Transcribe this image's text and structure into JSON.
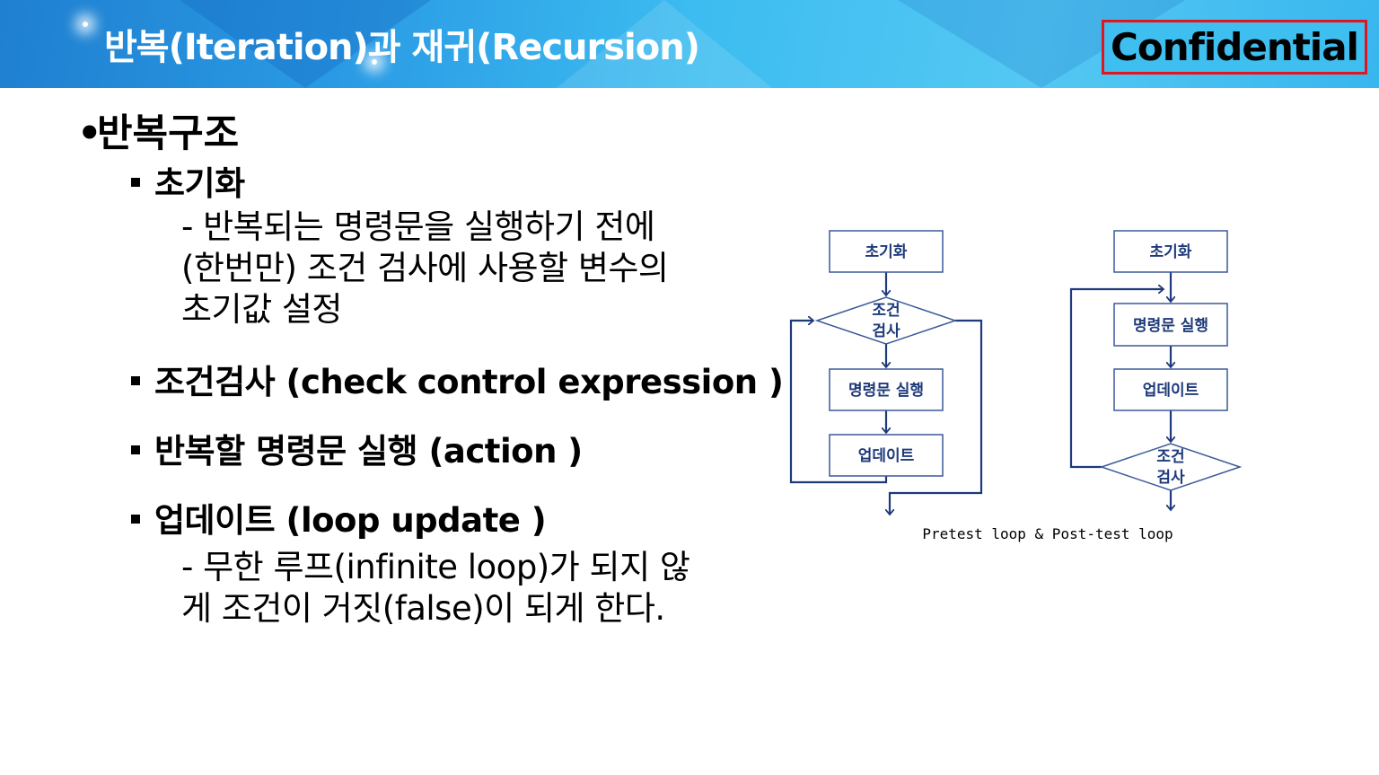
{
  "header": {
    "title": "반복(Iteration)과 재귀(Recursion)",
    "confidential": "Confidential",
    "colors": {
      "banner": "#2a9ae4",
      "confidential_border": "#e0161f"
    }
  },
  "content": {
    "heading": "반복구조",
    "bullet_symbol": "•",
    "items": [
      {
        "title": "초기화",
        "lines": [
          "- 반복되는 명령문을 실행하기 전에",
          "(한번만) 조건 검사에 사용할 변수의",
          "초기값 설정"
        ]
      },
      {
        "title": "조건검사 (check control expression )",
        "lines": []
      },
      {
        "title": "반복할 명령문 실행 (action )",
        "lines": []
      },
      {
        "title": "업데이트 (loop update )",
        "lines": [
          "- 무한 루프(infinite loop)가 되지 않",
          "게 조건이 거짓(false)이 되게 한다."
        ]
      }
    ]
  },
  "flowchart": {
    "pretest": {
      "init": "초기화",
      "cond1": "조건",
      "cond2": "검사",
      "action": "명령문 실행",
      "update": "업데이트"
    },
    "posttest": {
      "init": "초기화",
      "action": "명령문 실행",
      "update": "업데이트",
      "cond1": "조건",
      "cond2": "검사"
    },
    "caption": "Pretest loop & Post-test loop",
    "colors": {
      "line": "#1f3a7a",
      "box_border": "#3b5998"
    }
  }
}
